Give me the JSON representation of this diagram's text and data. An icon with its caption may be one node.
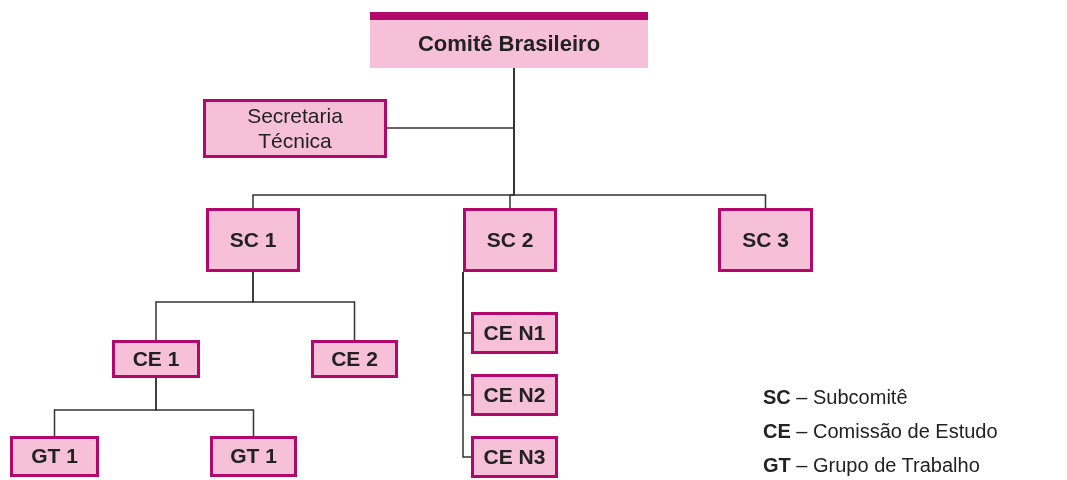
{
  "diagram": {
    "nodes": [
      {
        "text": [
          "Comitê Brasileiro"
        ]
      },
      {
        "text": [
          "Secretaria Técnica"
        ]
      },
      {
        "text": [
          "SC 1"
        ]
      },
      {
        "text": [
          "SC 2"
        ]
      },
      {
        "text": [
          "SC 3"
        ]
      },
      {
        "text": [
          "CE 1"
        ]
      },
      {
        "text": [
          "CE 2"
        ]
      },
      {
        "text": [
          "GT 1"
        ]
      },
      {
        "text": [
          "GT 1"
        ]
      },
      {
        "text": [
          "CE N1"
        ]
      },
      {
        "text": [
          "CE N2"
        ]
      },
      {
        "text": [
          "CE N3"
        ]
      }
    ],
    "edges": [
      {
        "from": 0,
        "to": 1,
        "arrow": "none"
      },
      {
        "from": 0,
        "to": 2,
        "arrow": "none"
      },
      {
        "from": 0,
        "to": 3,
        "arrow": "none"
      },
      {
        "from": 0,
        "to": 4,
        "arrow": "none"
      },
      {
        "from": 2,
        "to": 5,
        "arrow": "none"
      },
      {
        "from": 2,
        "to": 6,
        "arrow": "none"
      },
      {
        "from": 5,
        "to": 7,
        "arrow": "none"
      },
      {
        "from": 5,
        "to": 8,
        "arrow": "none"
      },
      {
        "from": 3,
        "to": 9,
        "arrow": "none"
      },
      {
        "from": 3,
        "to": 10,
        "arrow": "none"
      },
      {
        "from": 3,
        "to": 11,
        "arrow": "none"
      }
    ],
    "labels": [
      "**SC** – Subcomitê",
      "**CE** – Comissão de Estudo",
      "**GT** – Grupo de Trabalho"
    ]
  }
}
